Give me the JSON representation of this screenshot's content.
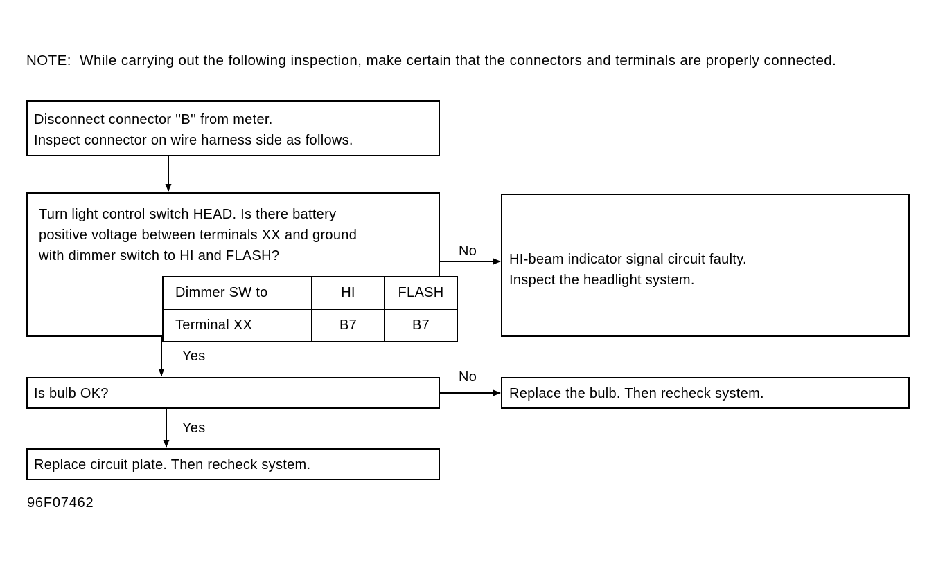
{
  "note": {
    "text": "NOTE:  While carrying out the following inspection, make certain that the connectors and terminals are properly connected."
  },
  "flowchart": {
    "boxes": {
      "disconnect": {
        "text": "Disconnect connector ''B'' from meter.\nInspect connector on wire harness side as follows."
      },
      "voltage_check": {
        "text": "Turn light control switch HEAD. Is there battery\npositive voltage between terminals XX and ground\nwith dimmer switch to HI and FLASH?"
      },
      "bulb_ok": {
        "text": "Is bulb OK?"
      },
      "replace_plate": {
        "text": "Replace circuit plate. Then recheck system."
      },
      "hibeam_faulty": {
        "text": "HI-beam indicator signal circuit faulty.\nInspect the headlight system."
      },
      "replace_bulb": {
        "text": "Replace the bulb. Then recheck system."
      }
    },
    "table": {
      "rows": [
        {
          "label": "Dimmer SW to",
          "hi": "HI",
          "flash": "FLASH"
        },
        {
          "label": "Terminal XX",
          "hi": "B7",
          "flash": "B7"
        }
      ]
    },
    "edge_labels": {
      "yes_1": "Yes",
      "yes_2": "Yes",
      "no_1": "No",
      "no_2": "No"
    }
  },
  "figure_id": "96F07462",
  "colors": {
    "ink": "#000000",
    "paper": "#ffffff"
  }
}
